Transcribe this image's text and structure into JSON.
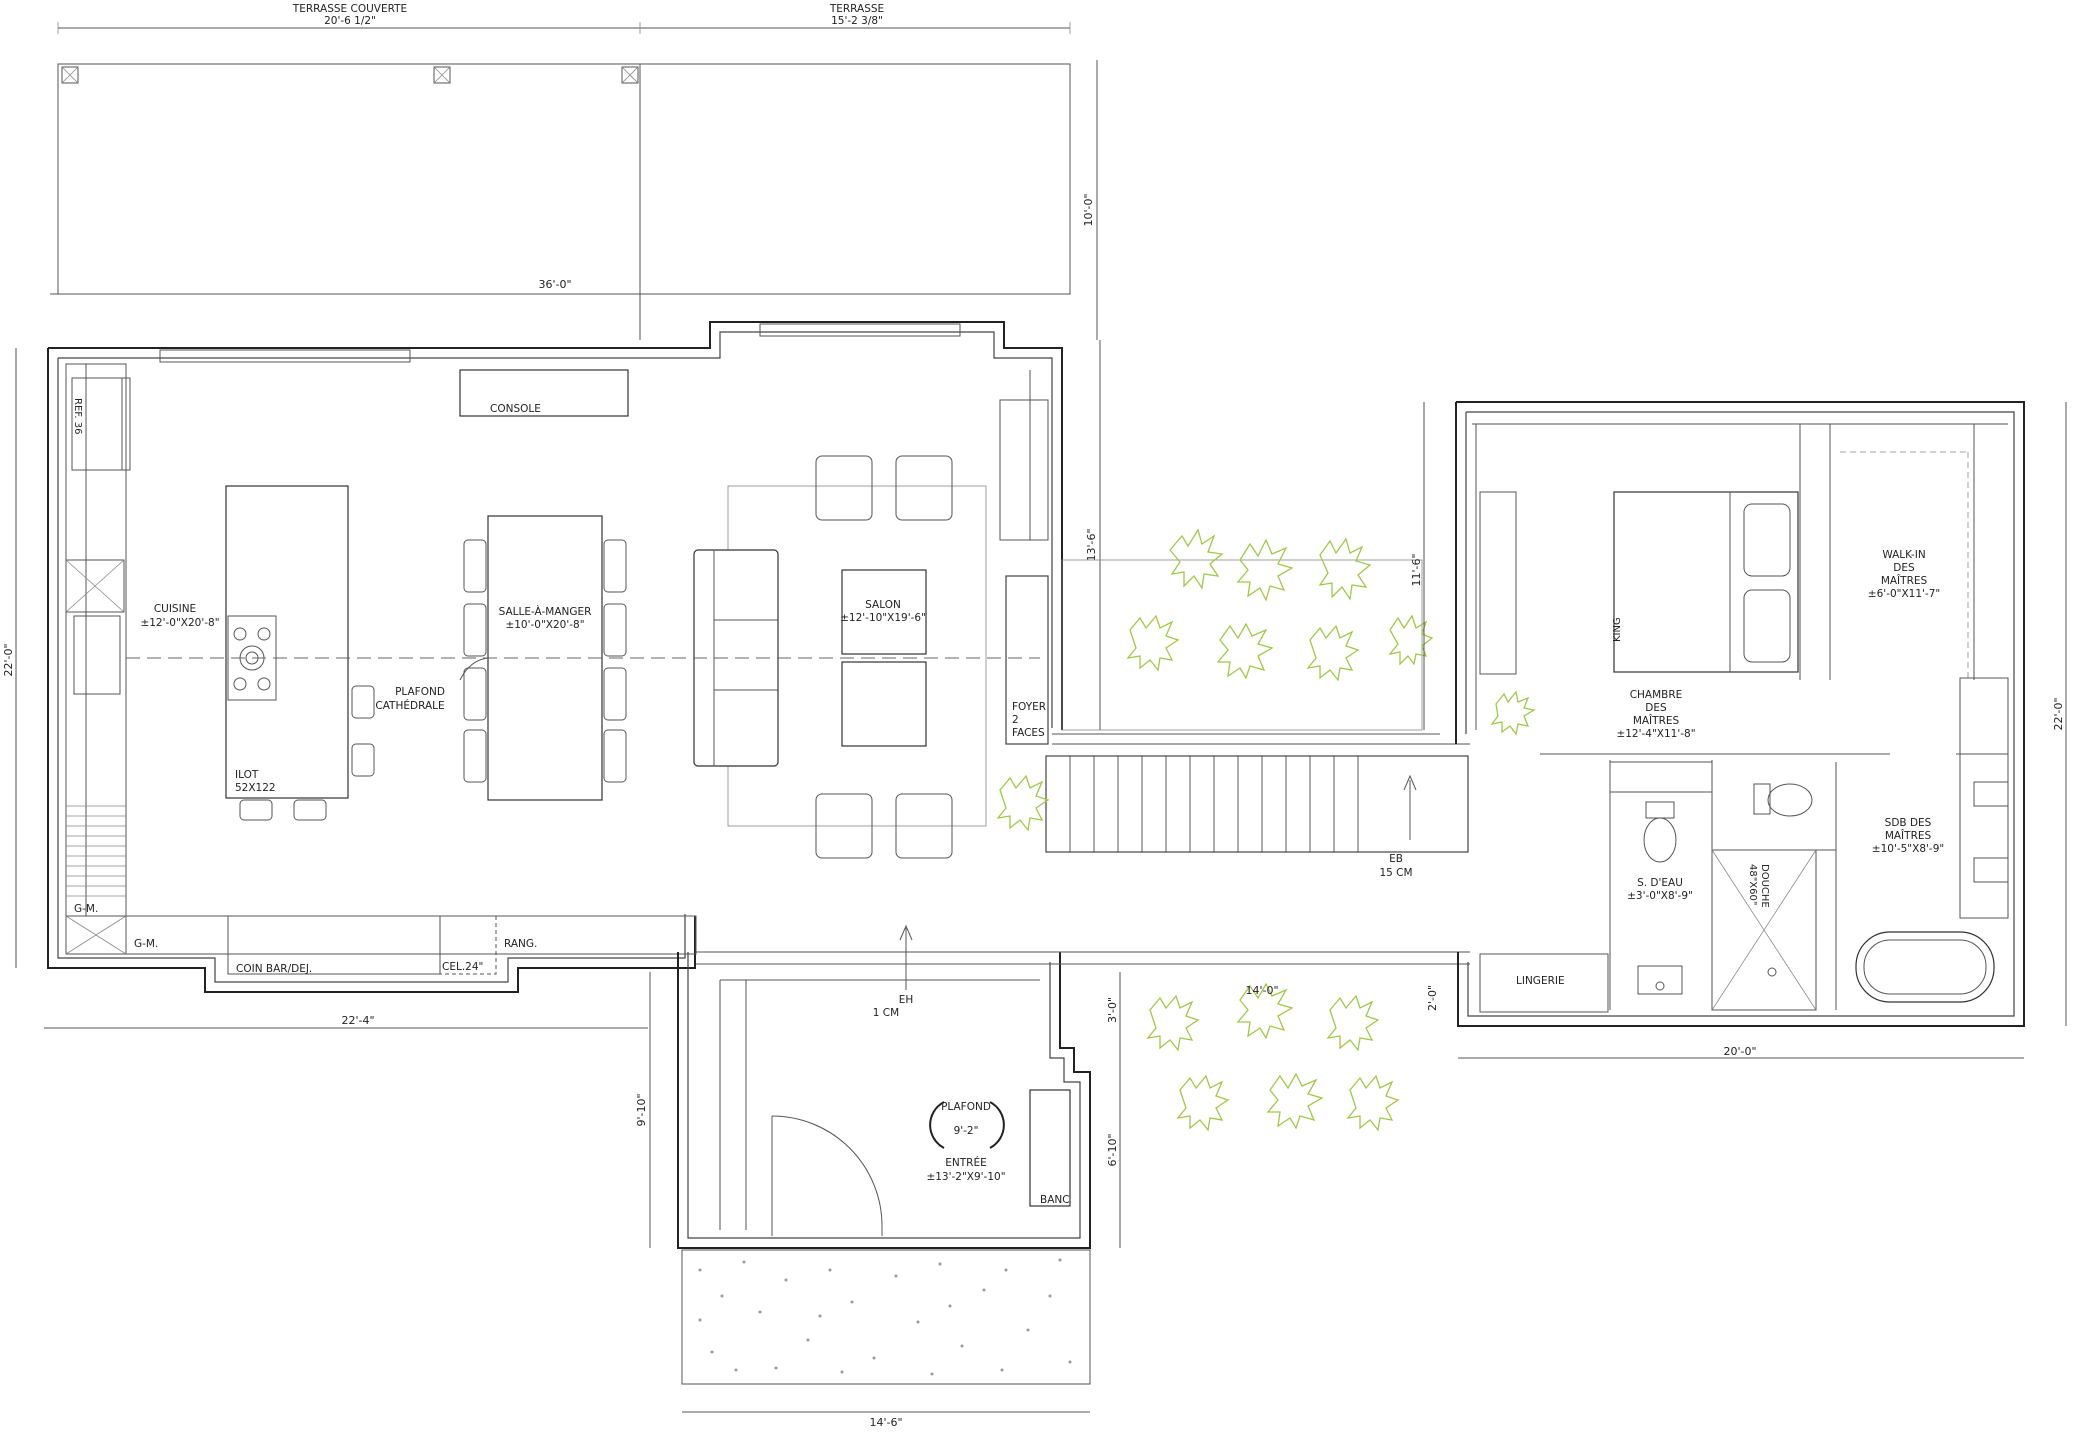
{
  "labels": {
    "terrasse_couverte": "TERRASSE COUVERTE",
    "terrasse_couverte_dim": "20'-6 1/2\"",
    "terrasse": "TERRASSE",
    "terrasse_dim": "15'-2 3/8\"",
    "console": "CONSOLE",
    "ref": "REF. 36",
    "cuisine": "CUISINE",
    "cuisine_dim": "±12'-0\"X20'-8\"",
    "ilot": "ILOT",
    "ilot_dim": "52X122",
    "salle_a_manger": "SALLE-À-MANGER",
    "salle_a_manger_dim": "±10'-0\"X20'-8\"",
    "plafond": "PLAFOND",
    "cathedrale": "CATHÉDRALE",
    "salon": "SALON",
    "salon_dim": "±12'-10\"X19'-6\"",
    "foyer_1": "FOYER",
    "foyer_2": "2",
    "foyer_3": "FACES",
    "gm1": "G-M.",
    "gm2": "G-M.",
    "coin_bar": "COIN BAR/DEJ.",
    "cel": "CEL.24\"",
    "rang": "RANG.",
    "eb": "EB",
    "eb_dim": "15 CM",
    "eh": "EH",
    "eh_dim": "1 CM",
    "plafond_entree": "PLAFOND",
    "plafond_height": "9'-2\"",
    "entree": "ENTRÉE",
    "entree_dim": "±13'-2\"X9'-10\"",
    "banc": "BANC",
    "king": "KING",
    "chambre_1": "CHAMBRE",
    "chambre_2": "DES",
    "chambre_3": "MAÎTRES",
    "chambre_dim": "±12'-4\"X11'-8\"",
    "walkin_1": "WALK-IN",
    "walkin_2": "DES",
    "walkin_3": "MAÎTRES",
    "walkin_dim": "±6'-0\"X11'-7\"",
    "sdb_1": "SDB DES",
    "sdb_2": "MAÎTRES",
    "sdb_dim": "±10'-5\"X8'-9\"",
    "douche": "DOUCHE",
    "douche_dim": "48\"X60\"",
    "s_deau": "S. D'EAU",
    "s_deau_dim": "±3'-0\"X8'-9\"",
    "lingerie": "LINGERIE"
  },
  "dimensions": {
    "d_36": "36'-0\"",
    "d_10": "10'-0\"",
    "d_22_left": "22'-0\"",
    "d_13_6": "13'-6\"",
    "d_11_6": "11'-6\"",
    "d_22_right": "22'-0\"",
    "d_22_4": "22'-4\"",
    "d_9_10": "9'-10\"",
    "d_3_0": "3'-0\"",
    "d_6_10": "6'-10\"",
    "d_14_0": "14'-0\"",
    "d_2_0": "2'-0\"",
    "d_20_0": "20'-0\"",
    "d_14_6": "14'-6\""
  },
  "colors": {
    "plant": "#9fc84a",
    "line": "#222222"
  }
}
